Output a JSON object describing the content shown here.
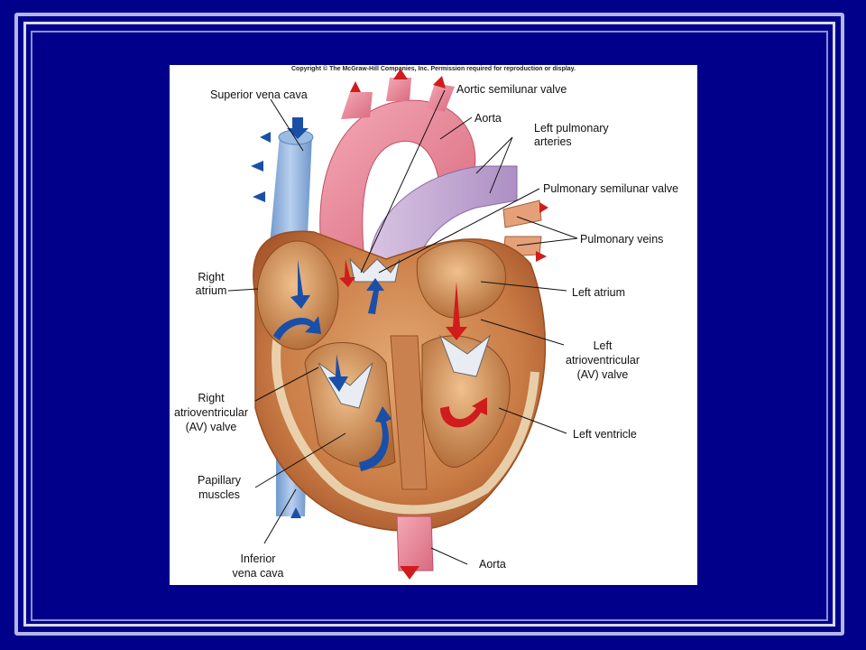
{
  "copyright": "Copyright © The McGraw-Hill Companies, Inc. Permission required for reproduction or display.",
  "labels": {
    "superior_vena_cava": "Superior vena cava",
    "aortic_semilunar_valve": "Aortic semilunar valve",
    "aorta_top": "Aorta",
    "left_pulmonary_arteries_1": "Left pulmonary",
    "left_pulmonary_arteries_2": "arteries",
    "pulmonary_semilunar_valve": "Pulmonary semilunar valve",
    "pulmonary_veins": "Pulmonary veins",
    "right_atrium_1": "Right",
    "right_atrium_2": "atrium",
    "left_atrium": "Left atrium",
    "left_av_valve_1": "Left",
    "left_av_valve_2": "atrioventricular",
    "left_av_valve_3": "(AV) valve",
    "right_av_valve_1": "Right",
    "right_av_valve_2": "atrioventricular",
    "right_av_valve_3": "(AV) valve",
    "left_ventricle": "Left ventricle",
    "papillary_muscles_1": "Papillary",
    "papillary_muscles_2": "muscles",
    "inferior_vena_cava_1": "Inferior",
    "inferior_vena_cava_2": "vena cava",
    "aorta_bottom": "Aorta"
  },
  "colors": {
    "slide_background": "#00008a",
    "frame": "#b4b6e6",
    "oxygenated_flow": "#d01c1c",
    "deoxygenated_flow": "#1a4fa8",
    "aorta": "#e58a9a",
    "pulmonary_trunk": "#c9b3d6",
    "vena_cava": "#8fb3dc",
    "myocardium": "#c9824f"
  }
}
